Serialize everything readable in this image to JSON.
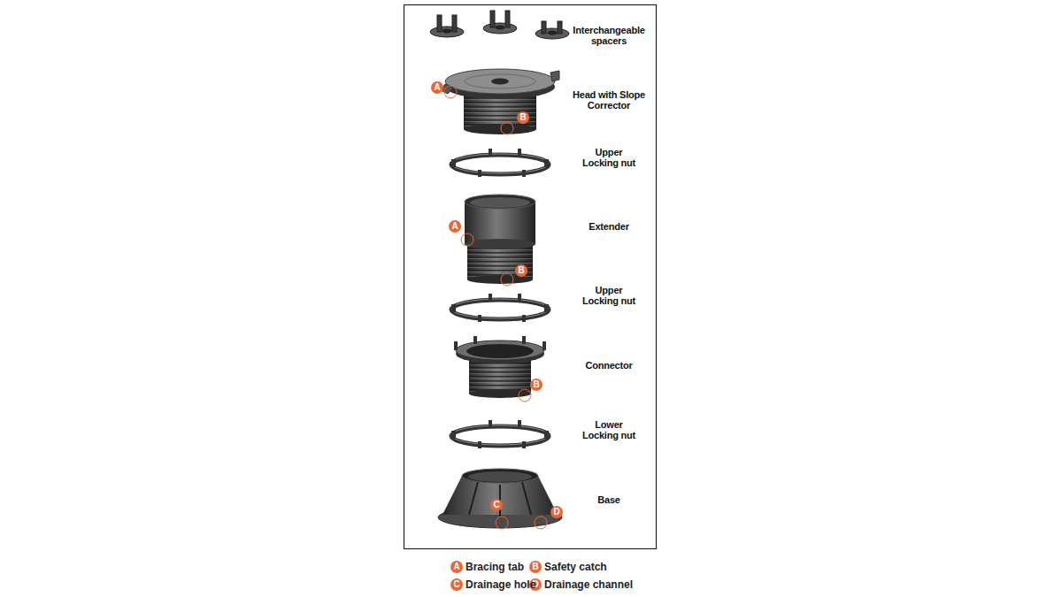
{
  "diagram": {
    "nodes": [
      {
        "text": [
          "A"
        ]
      },
      {
        "text": [
          "B"
        ]
      },
      {
        "text": [
          "A"
        ]
      },
      {
        "text": [
          "B"
        ]
      },
      {
        "text": [
          "B"
        ]
      },
      {
        "text": [
          "C"
        ]
      },
      {
        "text": [
          "D"
        ]
      },
      {
        "text": [
          "A"
        ]
      },
      {
        "text": [
          "B"
        ]
      },
      {
        "text": [
          "C"
        ]
      },
      {
        "text": [
          "D"
        ]
      }
    ],
    "labels": [
      "Interchangeable spacers",
      "Head with Slope Corrector",
      "Upper Locking nut",
      "Extender",
      "Upper Locking nut",
      "Connector",
      "Lower Locking nut",
      "Base"
    ],
    "legend": [
      {
        "text": "Bracing tab"
      },
      {
        "text": "Safety catch"
      },
      {
        "text": "Drainage hole"
      },
      {
        "text": "Drainage channel"
      }
    ]
  }
}
